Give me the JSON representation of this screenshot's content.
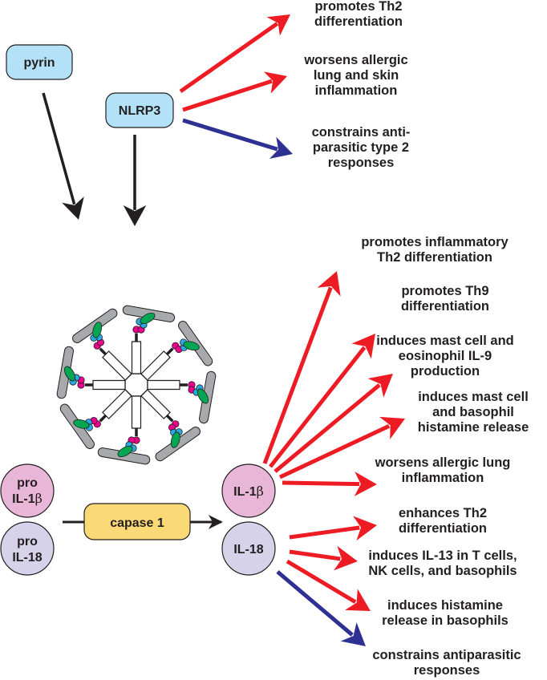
{
  "colors": {
    "activate": "#ed1c24",
    "inhibit": "#2e3192",
    "arrow_black": "#231f20",
    "sensor_fill": "#b3e1f7",
    "caspase_fill": "#fcd977",
    "il1b_fill": "#e8b6d6",
    "il18_fill": "#d5d2e9",
    "cards_gray": "#a7a9ac",
    "green_domain": "#00a651",
    "blue_domain": "#27aae1",
    "magenta_domain": "#ec008c"
  },
  "nodes": {
    "pyrin": "pyrin",
    "nlrp3": "NLRP3",
    "caspase": "capase 1",
    "pro_il1b": [
      "pro",
      "IL-1",
      "β"
    ],
    "pro_il18": [
      "pro",
      "IL-18"
    ],
    "il1b": [
      "IL-1",
      "β"
    ],
    "il18": "IL-18"
  },
  "nlrp3_effects": [
    {
      "lines": [
        "promotes Th2",
        "differentiation"
      ],
      "effect": "activate"
    },
    {
      "lines": [
        "worsens allergic",
        "lung and skin",
        "inflammation"
      ],
      "effect": "activate"
    },
    {
      "lines": [
        "constrains anti-",
        "parasitic type 2",
        "responses"
      ],
      "effect": "inhibit"
    }
  ],
  "il1b_effects": [
    {
      "lines": [
        "promotes inflammatory",
        "Th2 differentiation"
      ],
      "effect": "activate"
    },
    {
      "lines": [
        "promotes Th9",
        "differentiation"
      ],
      "effect": "activate"
    },
    {
      "lines": [
        "induces mast cell and",
        "eosinophil IL-9",
        "production"
      ],
      "effect": "activate"
    },
    {
      "lines": [
        "induces mast cell",
        "and basophil",
        "histamine release"
      ],
      "effect": "activate"
    },
    {
      "lines": [
        "worsens allergic lung",
        "inflammation"
      ],
      "effect": "activate"
    }
  ],
  "il18_effects": [
    {
      "lines": [
        "enhances Th2",
        "differentiation"
      ],
      "effect": "activate"
    },
    {
      "lines": [
        "induces IL-13 in T cells,",
        "NK cells, and basophils"
      ],
      "effect": "activate"
    },
    {
      "lines": [
        "induces histamine",
        "release in basophils"
      ],
      "effect": "activate"
    },
    {
      "lines": [
        "constrains antiparasitic",
        "responses"
      ],
      "effect": "inhibit"
    }
  ],
  "inflammasome": {
    "subunits": 8,
    "label": ""
  }
}
